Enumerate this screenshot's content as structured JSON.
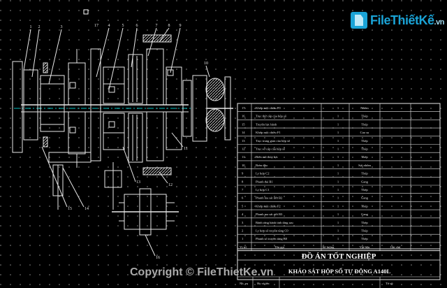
{
  "parts_list": {
    "rows": [
      {
        "no": "17",
        "name": "Khớp một chiều F0",
        "qty": "1",
        "material": "Nhôm"
      },
      {
        "no": "16",
        "name": "Trục thứ cấp của hộp số",
        "qty": "1",
        "material": "Thép"
      },
      {
        "no": "15",
        "name": "Truyền lực hành",
        "qty": "1",
        "material": "Thép"
      },
      {
        "no": "14",
        "name": "Khớp một chiều F1",
        "qty": "1",
        "material": "Cao su"
      },
      {
        "no": "13",
        "name": "Trục trung gian của hộp số",
        "qty": "1",
        "material": "Thép"
      },
      {
        "no": "12",
        "name": "Trục sơ cấp của hộp số",
        "qty": "1",
        "material": "Thép"
      },
      {
        "no": "11",
        "name": "Biến mô thủy lực",
        "qty": "1",
        "material": "Thép"
      },
      {
        "no": "10",
        "name": "Bơm dầu",
        "qty": "1",
        "material": "Sợi nhôm"
      },
      {
        "no": "9",
        "name": "Ly hợp C2",
        "qty": "1",
        "material": "Thép"
      },
      {
        "no": "8",
        "name": "Phanh đai B1",
        "qty": "1",
        "material": "Gang"
      },
      {
        "no": "7",
        "name": "Ly hợp C1",
        "qty": "1",
        "material": "Thép"
      },
      {
        "no": "6",
        "name": "Phanh ma sát ướt B2",
        "qty": "1",
        "material": "Gang"
      },
      {
        "no": "5",
        "name": "Khớp một chiều F2",
        "qty": "1",
        "material": "Thép"
      },
      {
        "no": "4",
        "name": "Phanh ma sát ướt B3",
        "qty": "1",
        "material": "Gang"
      },
      {
        "no": "3",
        "name": "Bánh răng hành tinh tầng sau",
        "qty": "1",
        "material": "Thép"
      },
      {
        "no": "2",
        "name": "Ly hợp số truyền tăng C0",
        "qty": "1",
        "material": "Thép"
      },
      {
        "no": "1",
        "name": "Phanh số truyền tăng B0",
        "qty": "1",
        "material": "Thép"
      }
    ],
    "header": {
      "no": "Vị trí",
      "name": "Tên gọi",
      "qty": "Số lượng",
      "material": "Vật liệu",
      "note": "Ghi chú"
    }
  },
  "title_block": {
    "title": "ĐỒ ÁN TỐT NGHIỆP",
    "subtitle": "KHẢO SÁT HỘP SỐ TỰ ĐỘNG A140L",
    "footer_left": "Nh. vụ",
    "footer_mid": "Họ và tên",
    "footer_right": "Tờ số:"
  },
  "callouts": [
    "1",
    "2",
    "3",
    "4",
    "5",
    "6",
    "7",
    "8",
    "9",
    "10",
    "11",
    "12",
    "13",
    "14",
    "15",
    "16",
    "17"
  ],
  "branding": {
    "logo_word": "FileThiếtKế",
    "logo_tld": ".vn",
    "copyright": "Copyright © FileThietKe.vn"
  },
  "colors": {
    "background": "#000000",
    "lines": "#e8e8e8",
    "accent_blue": "#1aa3d6",
    "highlight": "#00ffff"
  }
}
